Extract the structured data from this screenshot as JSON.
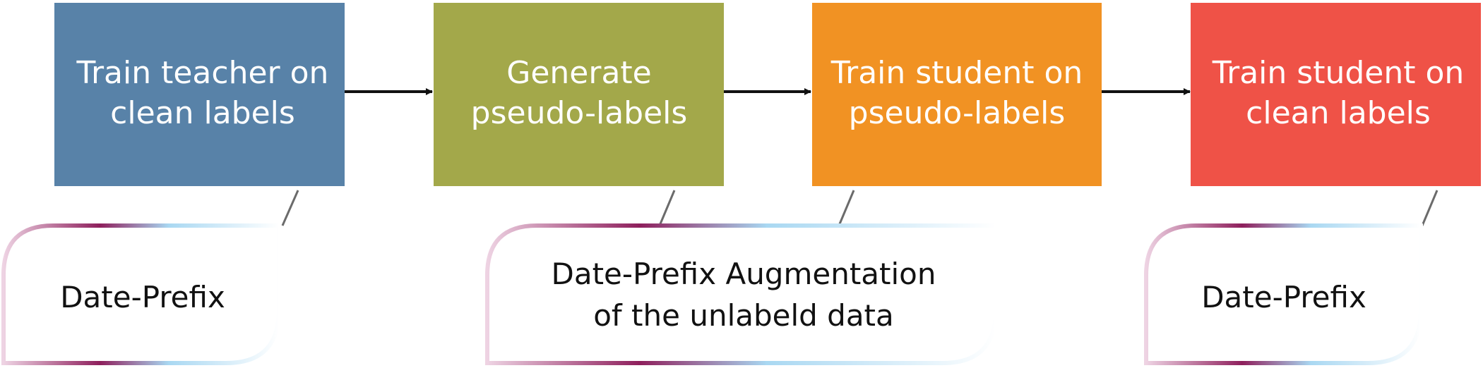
{
  "steps": [
    {
      "line1": "Train teacher on",
      "line2": "clean labels",
      "color": "#5882a8"
    },
    {
      "line1": "Generate",
      "line2": "pseudo-labels",
      "color": "#a3a84a"
    },
    {
      "line1": "Train student on",
      "line2": "pseudo-labels",
      "color": "#f19223"
    },
    {
      "line1": "Train student on",
      "line2": "clean labels",
      "color": "#ef5247"
    }
  ],
  "notes": [
    {
      "line1": "Date-Prefix",
      "line2": ""
    },
    {
      "line1": "Date-Prefix Augmentation",
      "line2": "of the unlabeld data"
    },
    {
      "line1": "Date-Prefix",
      "line2": ""
    }
  ],
  "colors": {
    "arrow": "#111111",
    "connector": "#6b6b6b",
    "frame_purple": "#8e1f5c",
    "frame_light": "#d8c4d2",
    "frame_blue": "#a9d8f2",
    "frame_fade": "#ffffff"
  }
}
